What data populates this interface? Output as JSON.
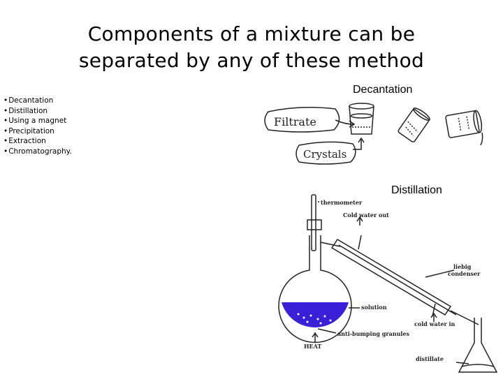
{
  "title_line1": "Components of a mixture  can be",
  "title_line2": "separated by any of these method",
  "methods": [
    "Decantation",
    "Distillation",
    "Using a magnet",
    "Precipitation",
    "Extraction",
    "Chromatography."
  ],
  "decantation": {
    "heading": "Decantation",
    "filtrate_label": "Filtrate",
    "crystals_label": "Crystals"
  },
  "distillation": {
    "heading": "Distillation",
    "thermometer": "thermometer",
    "cold_water_out": "Cold water out",
    "liebig": "liebig",
    "condenser": "condenser",
    "solution": "solution",
    "cold_water_in": "cold water in",
    "anti_bumping": "anti-bumping granules",
    "heat": "HEAT",
    "distillate": "distillate"
  },
  "colors": {
    "solution": "#3b1fd6",
    "ink": "#222222"
  }
}
